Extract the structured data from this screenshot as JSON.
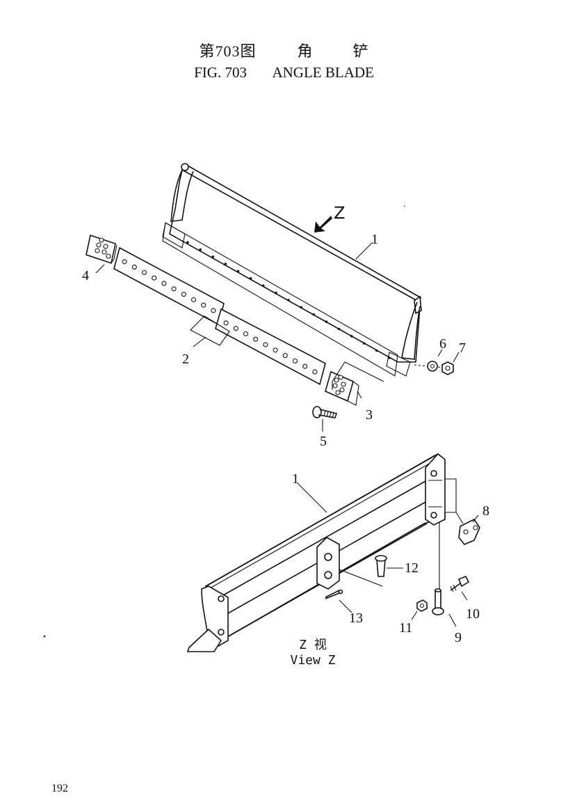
{
  "header": {
    "title_cn_fig": "第703图",
    "title_cn_name_1": "角",
    "title_cn_name_2": "铲",
    "title_en_fig": "FIG. 703",
    "title_en_name": "ANGLE BLADE"
  },
  "view": {
    "arrow_label": "Z",
    "label_cn": "Z 视",
    "label_en": "View Z"
  },
  "upper_callouts": [
    "1",
    "2",
    "3",
    "4",
    "5",
    "6",
    "7"
  ],
  "lower_callouts": [
    "1",
    "8",
    "9",
    "10",
    "11",
    "12",
    "13"
  ],
  "footer": {
    "page_number": "192"
  }
}
